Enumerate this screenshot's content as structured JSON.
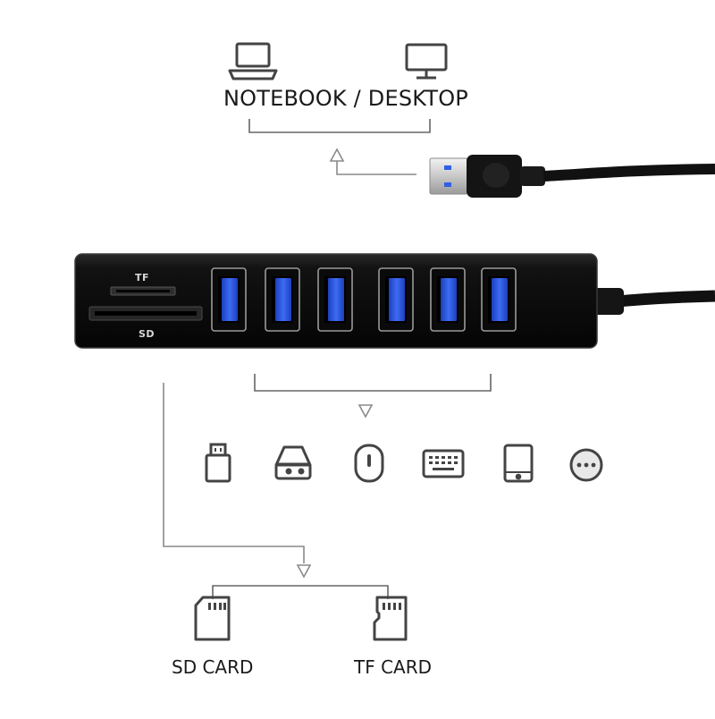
{
  "host": {
    "label": "NOTEBOOK / DESKTOP"
  },
  "hub": {
    "slot_tf": "TF",
    "slot_sd": "SD",
    "usb_port_count": 6
  },
  "devices": [
    {
      "icon": "usb-flash-drive-icon"
    },
    {
      "icon": "hard-drive-icon"
    },
    {
      "icon": "mouse-icon"
    },
    {
      "icon": "keyboard-icon"
    },
    {
      "icon": "tablet-icon"
    },
    {
      "icon": "more-icon"
    }
  ],
  "cards": {
    "sd_label": "SD CARD",
    "tf_label": "TF CARD"
  },
  "colors": {
    "hub_body": "#101010",
    "usb_blue": "#2f5fe8",
    "line": "#6b6b6b",
    "icon": "#444444"
  }
}
